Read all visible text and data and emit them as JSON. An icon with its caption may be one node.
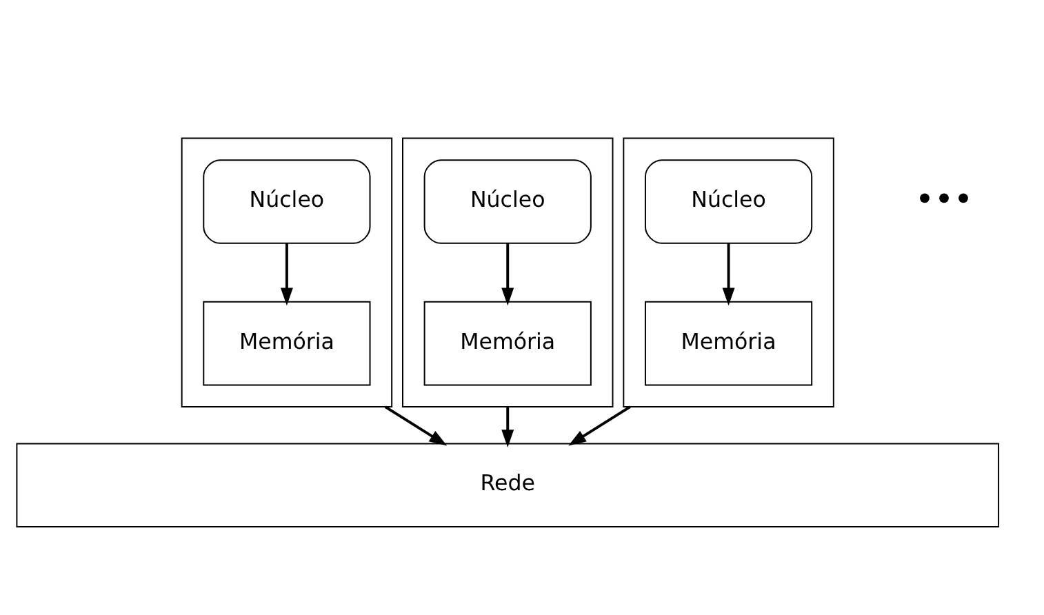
{
  "diagram": {
    "nodes": [
      {
        "text": [],
        "shape": "box"
      },
      {
        "text": [
          "Núcleo"
        ],
        "in": 0
      },
      {
        "text": [
          "Memória"
        ],
        "in": 0
      },
      {
        "text": [],
        "shape": "box"
      },
      {
        "text": [
          "Núcleo"
        ],
        "in": 3
      },
      {
        "text": [
          "Memória"
        ],
        "in": 3
      },
      {
        "text": [],
        "shape": "box"
      },
      {
        "text": [
          "Núcleo"
        ],
        "in": 6
      },
      {
        "text": [
          "Memória"
        ],
        "in": 6
      },
      {
        "text": [
          "Rede"
        ]
      }
    ],
    "edges": [
      {
        "from": 1,
        "to": 2,
        "arrow": "to"
      },
      {
        "from": 4,
        "to": 5,
        "arrow": "to"
      },
      {
        "from": 7,
        "to": 8,
        "arrow": "to"
      },
      {
        "from": 0,
        "to": 9,
        "arrow": "to"
      },
      {
        "from": 3,
        "to": 9,
        "arrow": "to"
      },
      {
        "from": 6,
        "to": 9,
        "arrow": "to"
      }
    ],
    "labels": [
      "•••"
    ]
  }
}
